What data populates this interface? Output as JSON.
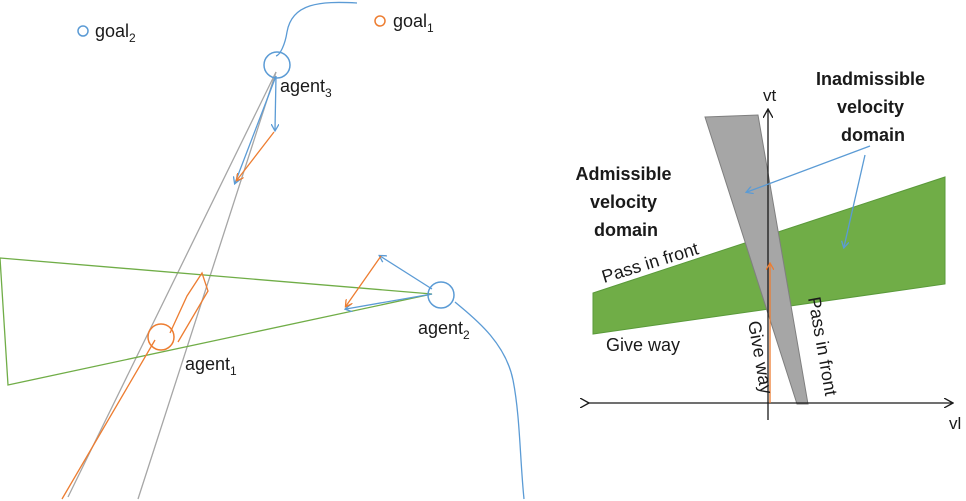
{
  "left_panel": {
    "goal_2": {
      "base": "goal",
      "sub": "2"
    },
    "goal_1": {
      "base": "goal",
      "sub": "1"
    },
    "agent_3": {
      "base": "agent",
      "sub": "3"
    },
    "agent_2": {
      "base": "agent",
      "sub": "2"
    },
    "agent_1": {
      "base": "agent",
      "sub": "1"
    }
  },
  "right_panel": {
    "axis_vt": "vt",
    "axis_vl": "vl",
    "inadmissible": [
      "Inadmissible",
      "velocity",
      "domain"
    ],
    "admissible": [
      "Admissible",
      "velocity",
      "domain"
    ],
    "pass_in_front_green": "Pass in front",
    "give_way_green": "Give way",
    "give_way_grey": "Give way",
    "pass_in_front_grey": "Pass in front"
  },
  "colors": {
    "blue": "#5b9bd5",
    "orange": "#ed7d31",
    "green_fill": "#70ad47",
    "green_stroke": "#5a9a3a",
    "grey_fill": "#a6a6a6",
    "grey_line": "#a6a6a6"
  }
}
